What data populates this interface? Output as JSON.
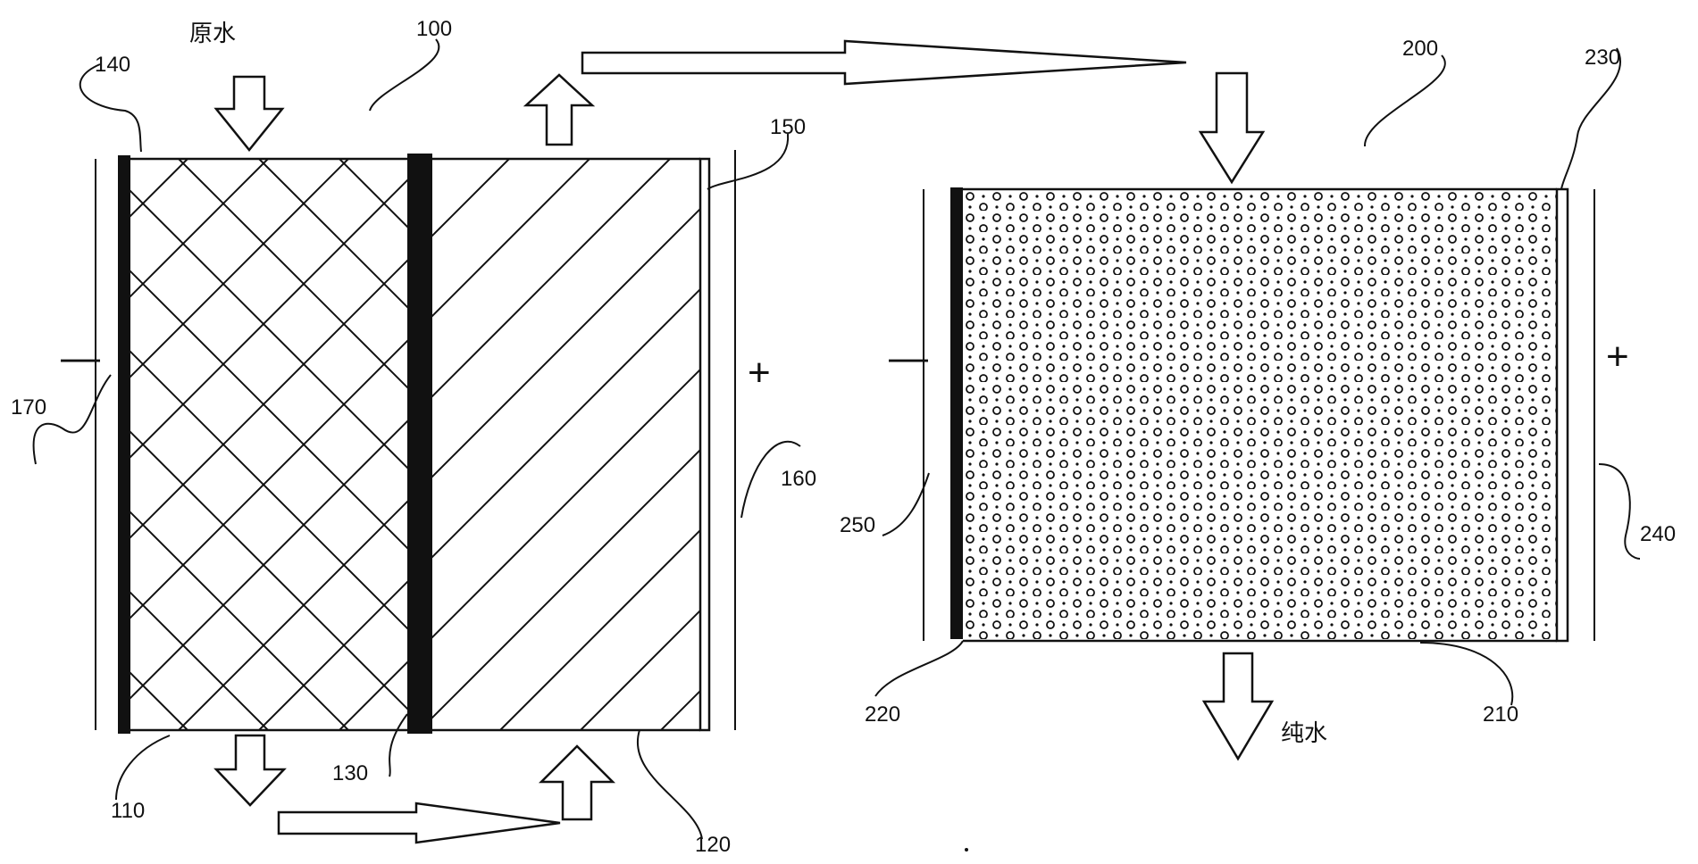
{
  "labels": {
    "raw_water": "原水",
    "pure_water": "纯水",
    "plus_left": "+",
    "plus_right": "+",
    "minus_left": "—",
    "minus_right": "—",
    "n100": "100",
    "n110": "110",
    "n120": "120",
    "n130": "130",
    "n140": "140",
    "n150": "150",
    "n160": "160",
    "n170": "170",
    "n200": "200",
    "n210": "210",
    "n220": "220",
    "n230": "230",
    "n240": "240",
    "n250": "250"
  }
}
